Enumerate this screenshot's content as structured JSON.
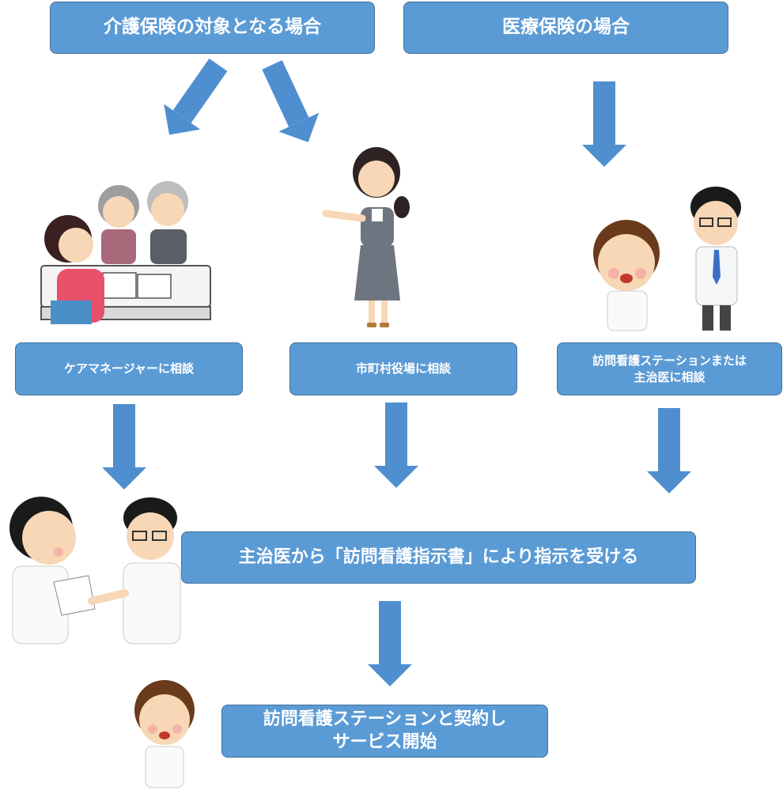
{
  "header_boxes": {
    "kaigo": "介護保険の対象となる場合",
    "iryo": "医療保険の場合"
  },
  "consult_boxes": {
    "care_manager": "ケアマネージャーに相談",
    "city_office": "市町村役場に相談",
    "station_line1": "訪問看護ステーションまたは",
    "station_line2": "主治医に相談"
  },
  "instruction_box": "主治医から「訪問看護指示書」により指示を受ける",
  "final_box": {
    "line1": "訪問看護ステーションと契約し",
    "line2": "サービス開始"
  },
  "colors": {
    "box_fill": "#5b9bd5",
    "box_border": "#41719c",
    "arrow": "#4f8fd0",
    "text": "#ffffff"
  }
}
